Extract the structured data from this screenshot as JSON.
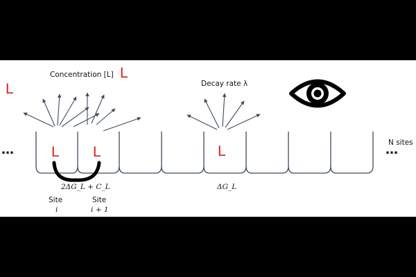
{
  "labels": {
    "concentration": "Concentration [L]",
    "decay_rate": "Decay rate λ",
    "n_sites": "N sites",
    "interaction_energy": "2ΔG_L + C_L",
    "binding_energy": "ΔG_L",
    "site_i_word": "Site",
    "site_i_index": "i",
    "site_i1_word": "Site",
    "site_i1_index": "i + 1",
    "ligand": "L",
    "ellipsis": "…"
  },
  "icons": {
    "observer": "eye-icon"
  },
  "colors": {
    "ligand": "#d42020",
    "arrows": "#3d4a5c",
    "wells": "#3d4a5c",
    "bond": "#000000",
    "band": "#ffffff",
    "background": "#000000"
  }
}
